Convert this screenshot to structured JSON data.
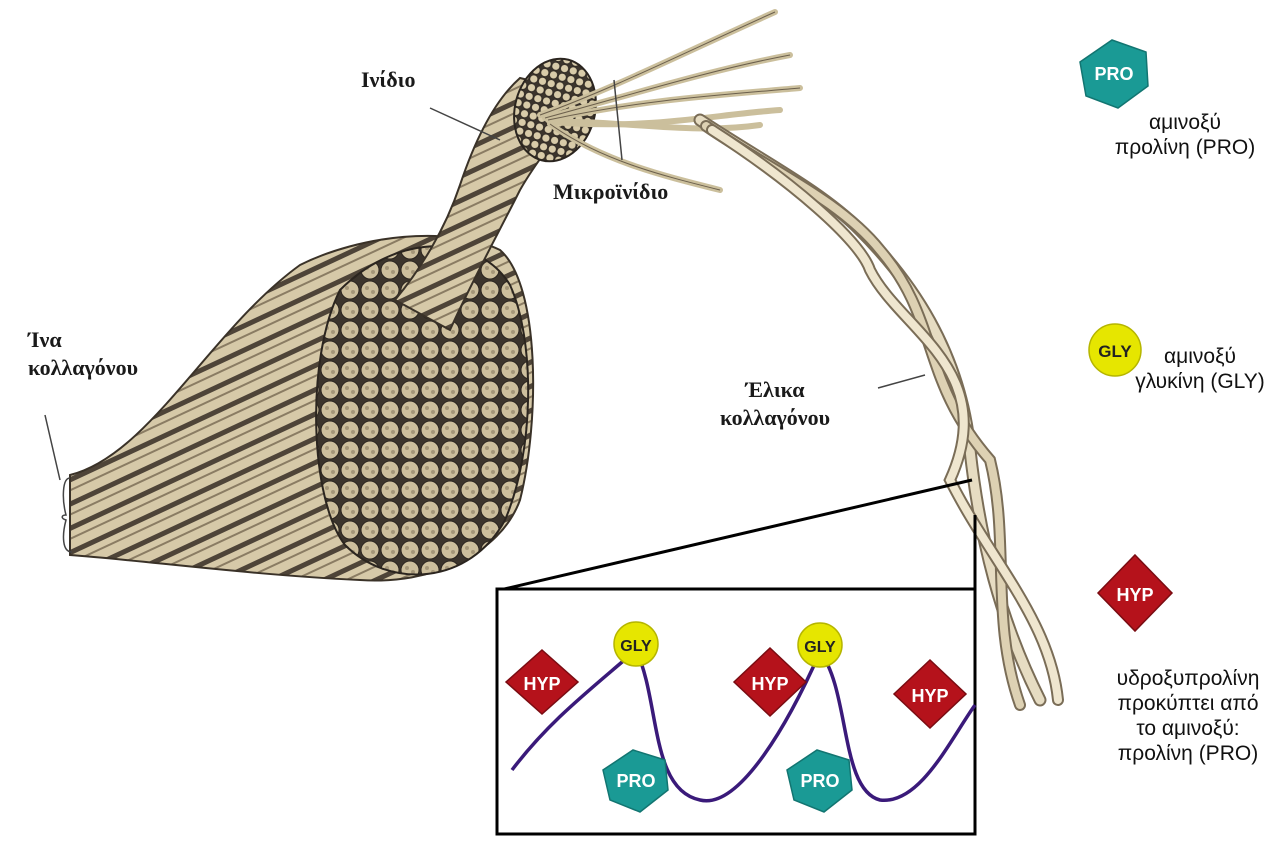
{
  "labels": {
    "fibril": "Ινίδιο",
    "microfibril": "Μικροϊνίδιο",
    "collagen_fiber": "Ίνα\nκολλαγόνου",
    "collagen_helix": "Έλικα\nκολλαγόνου"
  },
  "legend": {
    "pro": {
      "symbol": "PRO",
      "text": "αμινοξύ\nπρολίνη (PRO)",
      "color": "#1a9a95"
    },
    "gly": {
      "symbol": "GLY",
      "text": "αμινοξύ\nγλυκίνη (GLY)",
      "color": "#e6e600"
    },
    "hyp": {
      "symbol": "HYP",
      "text": "υδροξυπρολίνη\nπροκύπτει από\nτο αμινοξύ:\nπρολίνη (PRO)",
      "color": "#b5121b"
    }
  },
  "inset": {
    "hyp_label": "HYP",
    "gly_label": "GLY",
    "pro_label": "PRO",
    "chain_color": "#3a1a7a"
  }
}
